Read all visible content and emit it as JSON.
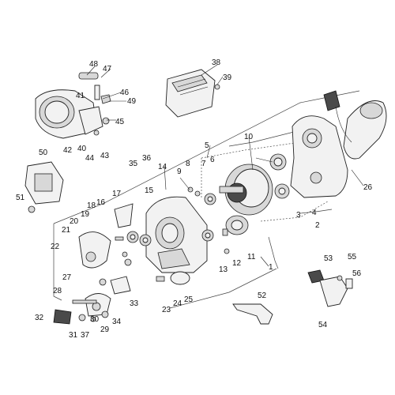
{
  "diagram": {
    "callout_numbers": [
      "1",
      "2",
      "3",
      "4",
      "5",
      "6",
      "7",
      "8",
      "9",
      "10",
      "11",
      "12",
      "13",
      "14",
      "15",
      "16",
      "17",
      "18",
      "19",
      "20",
      "21",
      "22",
      "23",
      "24",
      "25",
      "26",
      "27",
      "28",
      "29",
      "30",
      "31",
      "32",
      "33",
      "34",
      "35",
      "36",
      "37",
      "38",
      "39",
      "40",
      "41",
      "42",
      "43",
      "44",
      "45",
      "46",
      "47",
      "48",
      "49",
      "50",
      "51",
      "52",
      "53",
      "54",
      "55",
      "56"
    ]
  }
}
